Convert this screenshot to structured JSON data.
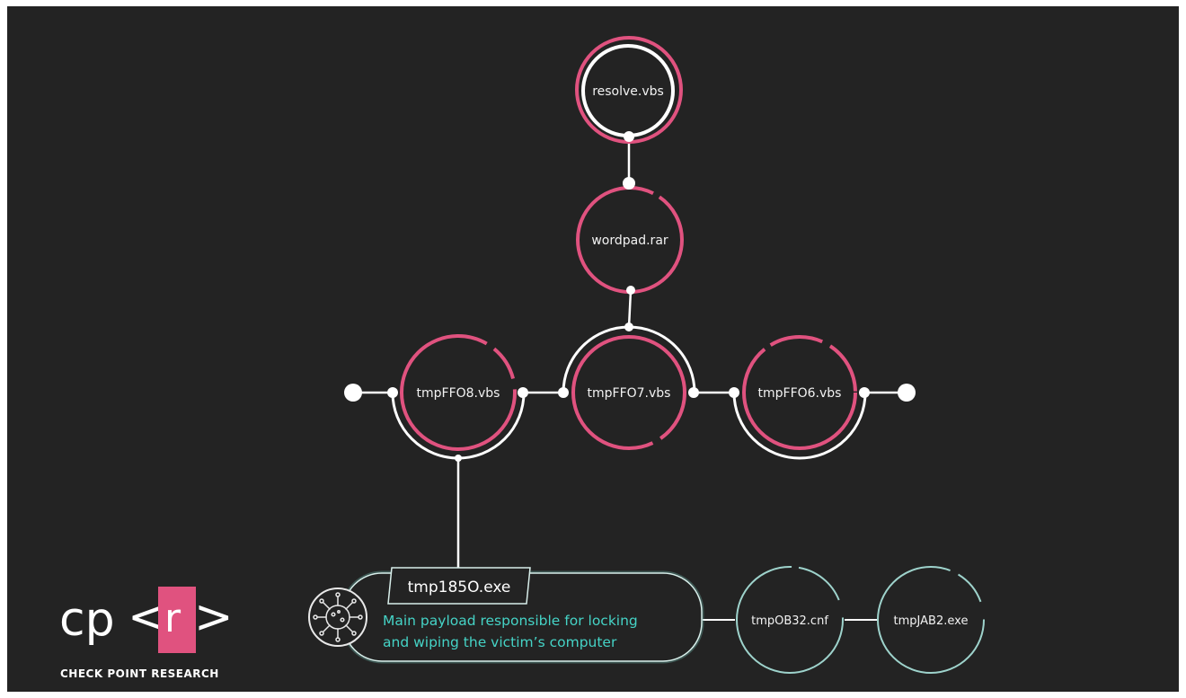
{
  "colors": {
    "background": "#232323",
    "pink": "#e0527f",
    "white": "#ffffff",
    "teal": "#9ed3cc",
    "teal_text": "#45d3c6"
  },
  "nodes": {
    "resolve": "resolve.vbs",
    "wordpad": "wordpad.rar",
    "ff08": "tmpFFO8.vbs",
    "ff07": "tmpFFO7.vbs",
    "ff06": "tmpFFO6.vbs",
    "payload_name": "tmp185O.exe",
    "ob32": "tmpOB32.cnf",
    "jab2": "tmpJAB2.exe"
  },
  "payload": {
    "description_line1": "Main payload responsible for locking",
    "description_line2": "and wiping the victim’s computer",
    "icon": "virus-icon"
  },
  "logo": {
    "left_text": "cp",
    "lt": "<",
    "r": "r",
    "gt": ">",
    "caption": "CHECK POINT RESEARCH"
  }
}
